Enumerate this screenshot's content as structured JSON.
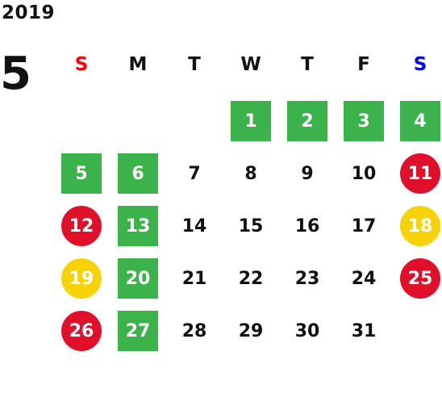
{
  "calendar": {
    "year": "2019",
    "month": "5",
    "weekdays": [
      {
        "label": "S",
        "color": "#ff0000"
      },
      {
        "label": "M",
        "color": "#111111"
      },
      {
        "label": "T",
        "color": "#111111"
      },
      {
        "label": "W",
        "color": "#111111"
      },
      {
        "label": "T",
        "color": "#111111"
      },
      {
        "label": "F",
        "color": "#111111"
      },
      {
        "label": "S",
        "color": "#0000ff"
      }
    ],
    "first_weekday_index": 3,
    "days": [
      {
        "day": "1",
        "style": "holiday"
      },
      {
        "day": "2",
        "style": "holiday"
      },
      {
        "day": "3",
        "style": "holiday"
      },
      {
        "day": "4",
        "style": "holiday"
      },
      {
        "day": "5",
        "style": "holiday"
      },
      {
        "day": "6",
        "style": "holiday"
      },
      {
        "day": "7",
        "style": "plain"
      },
      {
        "day": "8",
        "style": "plain"
      },
      {
        "day": "9",
        "style": "plain"
      },
      {
        "day": "10",
        "style": "plain"
      },
      {
        "day": "11",
        "style": "event-red"
      },
      {
        "day": "12",
        "style": "event-red"
      },
      {
        "day": "13",
        "style": "holiday"
      },
      {
        "day": "14",
        "style": "plain"
      },
      {
        "day": "15",
        "style": "plain"
      },
      {
        "day": "16",
        "style": "plain"
      },
      {
        "day": "17",
        "style": "plain"
      },
      {
        "day": "18",
        "style": "event-yellow"
      },
      {
        "day": "19",
        "style": "event-yellow"
      },
      {
        "day": "20",
        "style": "holiday"
      },
      {
        "day": "21",
        "style": "plain"
      },
      {
        "day": "22",
        "style": "plain"
      },
      {
        "day": "23",
        "style": "plain"
      },
      {
        "day": "24",
        "style": "plain"
      },
      {
        "day": "25",
        "style": "event-red"
      },
      {
        "day": "26",
        "style": "event-red"
      },
      {
        "day": "27",
        "style": "holiday"
      },
      {
        "day": "28",
        "style": "plain"
      },
      {
        "day": "29",
        "style": "plain"
      },
      {
        "day": "30",
        "style": "plain"
      },
      {
        "day": "31",
        "style": "plain"
      }
    ],
    "colors": {
      "holiday": "#3cb34a",
      "event_red": "#e0102a",
      "event_yellow": "#f8d208",
      "sunday": "#ff0000",
      "saturday": "#0000ff"
    }
  }
}
